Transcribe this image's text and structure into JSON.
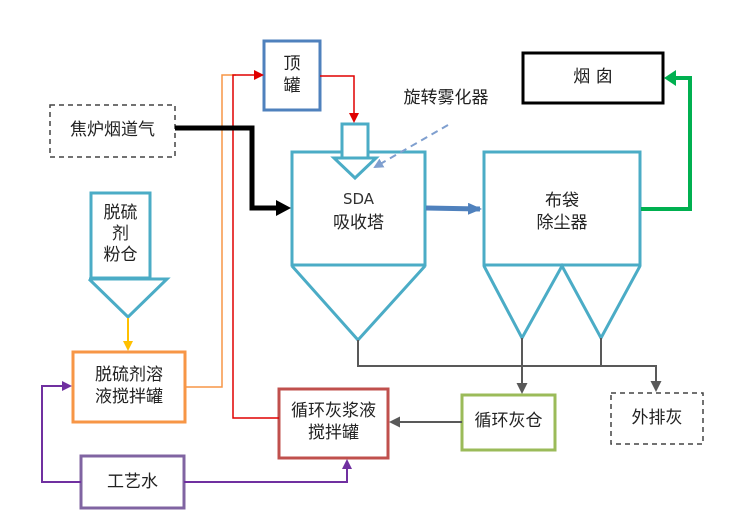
{
  "title": "SDA半干法脱硫工艺流程",
  "nodes": {
    "flue_gas": {
      "label": "焦炉烟道气",
      "border": "dashed"
    },
    "top_tank": {
      "label": "顶\n罐",
      "color": "#4F81BD"
    },
    "atomizer": {
      "label": "旋转雾化器",
      "color": "#4BACC6"
    },
    "sda_tower": {
      "label_top": "SDA",
      "label": "吸收塔",
      "color": "#4BACC6"
    },
    "bag_filter": {
      "label": "布袋\n除尘器",
      "color": "#4BACC6"
    },
    "chimney": {
      "label": "烟 囱",
      "color": "#000000"
    },
    "desulfurizer_silo": {
      "label": "脱硫\n剂\n粉仓",
      "color": "#4BACC6"
    },
    "desulfurizer_tank": {
      "label": "脱硫剂溶\n液搅拌罐",
      "color": "#F79646"
    },
    "process_water": {
      "label": "工艺水",
      "color": "#8064A2"
    },
    "recycle_slurry_tank": {
      "label": "循环灰浆液\n搅拌罐",
      "color": "#C0504D"
    },
    "recycle_ash_silo": {
      "label": "循环灰仓",
      "color": "#9BBB59"
    },
    "ash_discharge": {
      "label": "外排灰",
      "border": "dashed"
    }
  },
  "flows": [
    {
      "from": "焦炉烟道气",
      "to": "SDA吸收塔",
      "color": "#000000"
    },
    {
      "from": "顶罐",
      "to": "旋转雾化器",
      "color": "#FF0000"
    },
    {
      "from": "SDA吸收塔",
      "to": "布袋除尘器",
      "color": "#4F81BD"
    },
    {
      "from": "布袋除尘器",
      "to": "烟囱",
      "color": "#00B050"
    },
    {
      "from": "脱硫剂粉仓",
      "to": "脱硫剂溶液搅拌罐",
      "color": "#FFC000"
    },
    {
      "from": "脱硫剂溶液搅拌罐",
      "to": "顶罐",
      "color": "#F79646"
    },
    {
      "from": "循环灰浆液搅拌罐",
      "to": "顶罐",
      "color": "#C00000"
    },
    {
      "from": "工艺水",
      "to": "脱硫剂溶液搅拌罐",
      "color": "#7030A0"
    },
    {
      "from": "工艺水",
      "to": "循环灰浆液搅拌罐",
      "color": "#7030A0"
    },
    {
      "from": "SDA吸收塔/布袋除尘器",
      "to": "循环灰仓",
      "color": "#595959"
    },
    {
      "from": "SDA吸收塔/布袋除尘器",
      "to": "外排灰",
      "color": "#595959"
    },
    {
      "from": "循环灰仓",
      "to": "循环灰浆液搅拌罐",
      "color": "#595959"
    }
  ]
}
